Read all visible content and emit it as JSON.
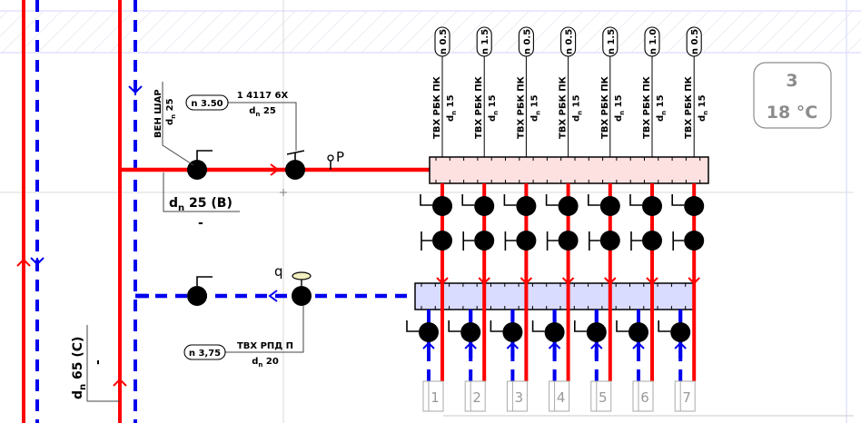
{
  "colors": {
    "supply": "#ff0000",
    "return": "#0000ee",
    "valve": "#000000",
    "supply_manifold_fill": "#fde0e0",
    "return_manifold_fill": "#d9dbff",
    "grid_line": "#d8d8d8",
    "guide_line": "#e2e2ff",
    "room_text": "#8c8c8c"
  },
  "riser": {
    "label": "dn 65 (C)",
    "label_dn": "d",
    "label_sub": "n",
    "label_rest": " 65 (C)",
    "sublabel": "-"
  },
  "supply_branch": {
    "pipe_label_dn": "d",
    "pipe_label_sub": "n",
    "pipe_label_rest": " 25 (B)",
    "pipe_sublabel": "-",
    "ball_valve": {
      "name": "ВЕН ШАР",
      "dn_prefix": "d",
      "dn_sub": "n",
      "dn_value": " 25"
    },
    "balancing_valve": {
      "setting": "n 3.50",
      "model": "1 4117 6X",
      "dn_prefix": "d",
      "dn_sub": "n",
      "dn_value": " 25"
    },
    "sensor_label": "P"
  },
  "return_branch": {
    "regulator": {
      "setting": "n 3,75",
      "model": "ТВХ РПД П",
      "dn_prefix": "d",
      "dn_sub": "n",
      "dn_value": " 20"
    },
    "sensor_label": "q"
  },
  "loops": [
    {
      "number": "1",
      "setting": "n 0.5",
      "model": "ТВХ РБК ПК",
      "dn_prefix": "d",
      "dn_sub": "n",
      "dn_value": " 15"
    },
    {
      "number": "2",
      "setting": "n 1.5",
      "model": "ТВХ РБК ПК",
      "dn_prefix": "d",
      "dn_sub": "n",
      "dn_value": " 15"
    },
    {
      "number": "3",
      "setting": "n 0.5",
      "model": "ТВХ РБК ПК",
      "dn_prefix": "d",
      "dn_sub": "n",
      "dn_value": " 15"
    },
    {
      "number": "4",
      "setting": "n 0.5",
      "model": "ТВХ РБК ПК",
      "dn_prefix": "d",
      "dn_sub": "n",
      "dn_value": " 15"
    },
    {
      "number": "5",
      "setting": "n 1.5",
      "model": "ТВХ РБК ПК",
      "dn_prefix": "d",
      "dn_sub": "n",
      "dn_value": " 15"
    },
    {
      "number": "6",
      "setting": "n 1.0",
      "model": "ТВХ РБК ПК",
      "dn_prefix": "d",
      "dn_sub": "n",
      "dn_value": " 15"
    },
    {
      "number": "7",
      "setting": "n 0.5",
      "model": "ТВХ РБК ПК",
      "dn_prefix": "d",
      "dn_sub": "n",
      "dn_value": " 15"
    }
  ],
  "room": {
    "number": "3",
    "temperature": "18 °C"
  }
}
